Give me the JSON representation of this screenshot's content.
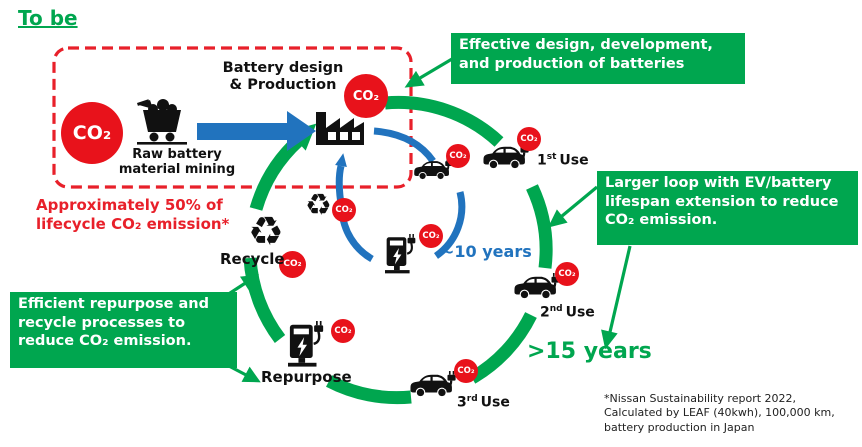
{
  "colors": {
    "green": "#00A64F",
    "red": "#E8202A",
    "blue": "#2173BE",
    "black": "#111111"
  },
  "title": "To be",
  "co2_label": "CO₂",
  "process_box": {
    "production_line1": "Battery design",
    "production_line2": "& Production",
    "mining_line1": "Raw battery",
    "mining_line2": "material mining"
  },
  "lifecycle_note": {
    "line1": "Approximately 50% of",
    "line2": "lifecycle CO₂ emission*"
  },
  "callouts": {
    "effective": {
      "line1": "Effective design, development,",
      "line2": "and production of batteries"
    },
    "larger": {
      "line1": "Larger loop with EV/battery",
      "line2": "lifespan extension to reduce",
      "line3": "CO₂ emission."
    },
    "efficient": {
      "line1": "Efficient repurpose and",
      "line2": "recycle processes to",
      "line3": "reduce CO₂ emission."
    }
  },
  "loop": {
    "first_use": {
      "num": "1",
      "ord": "st",
      "word": "Use"
    },
    "second_use": {
      "num": "2",
      "ord": "nd",
      "word": "Use"
    },
    "third_use": {
      "num": "3",
      "ord": "rd",
      "word": "Use"
    },
    "recycle": "Recycle",
    "repurpose": "Repurpose",
    "inner_duration": "~10 years",
    "outer_duration": ">15 years"
  },
  "icons": {
    "recycle_glyph": "♻"
  },
  "footnote": {
    "line1": "*Nissan Sustainability report 2022,",
    "line2": "Calculated by LEAF (40kwh), 100,000 km,",
    "line3": "battery production in Japan"
  }
}
